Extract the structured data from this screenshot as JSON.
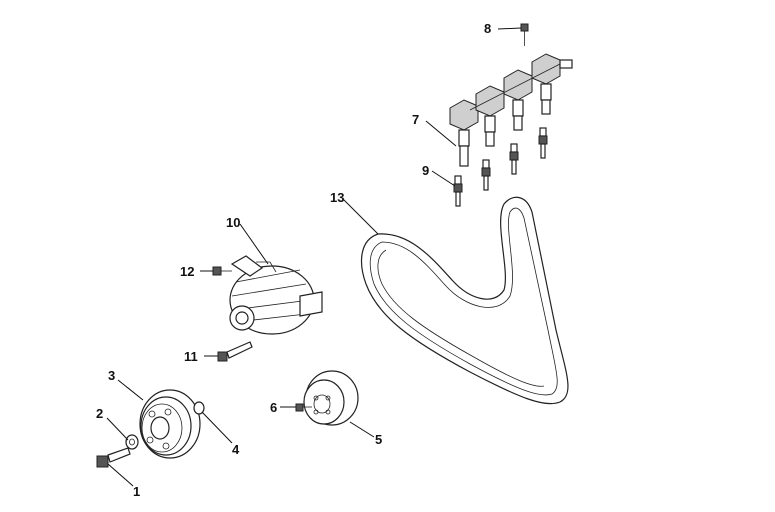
{
  "callouts": [
    {
      "id": "1",
      "part": "crankshaft-pulley-bolt"
    },
    {
      "id": "2",
      "part": "washer"
    },
    {
      "id": "3",
      "part": "crankshaft-pulley"
    },
    {
      "id": "4",
      "part": "o-ring"
    },
    {
      "id": "5",
      "part": "water-pump-pulley"
    },
    {
      "id": "6",
      "part": "water-pump-pulley-bolt"
    },
    {
      "id": "7",
      "part": "ignition-coil"
    },
    {
      "id": "8",
      "part": "ignition-coil-bolt"
    },
    {
      "id": "9",
      "part": "spark-plug"
    },
    {
      "id": "10",
      "part": "alternator"
    },
    {
      "id": "11",
      "part": "alternator-lower-bolt"
    },
    {
      "id": "12",
      "part": "alternator-upper-bolt"
    },
    {
      "id": "13",
      "part": "drive-belt"
    }
  ]
}
